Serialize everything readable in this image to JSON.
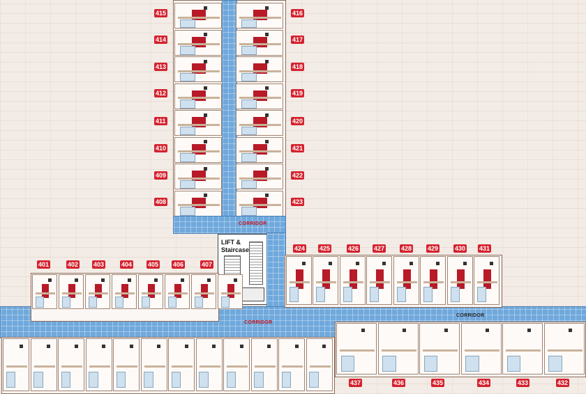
{
  "labels": {
    "corridor_top": "CORRIDOR",
    "corridor_main": "CORRIDOR",
    "corridor_right": "CORRIDOR",
    "lift_line1": "LIFT &",
    "lift_line2": "Staircase"
  },
  "tower_left_units": [
    "415",
    "414",
    "413",
    "412",
    "411",
    "410",
    "409",
    "408"
  ],
  "tower_right_units": [
    "416",
    "417",
    "418",
    "419",
    "420",
    "421",
    "422",
    "423"
  ],
  "row_upper_left_units": [
    "401",
    "402",
    "403",
    "404",
    "405",
    "406",
    "407"
  ],
  "row_upper_right_units": [
    "424",
    "425",
    "426",
    "427",
    "428",
    "429",
    "430",
    "431"
  ],
  "row_lower_right_units": [
    "437",
    "436",
    "435",
    "434",
    "433",
    "432"
  ],
  "colors": {
    "tag": "#d4222e",
    "corridor": "#6fa8dc",
    "bed": "#b81a28"
  }
}
